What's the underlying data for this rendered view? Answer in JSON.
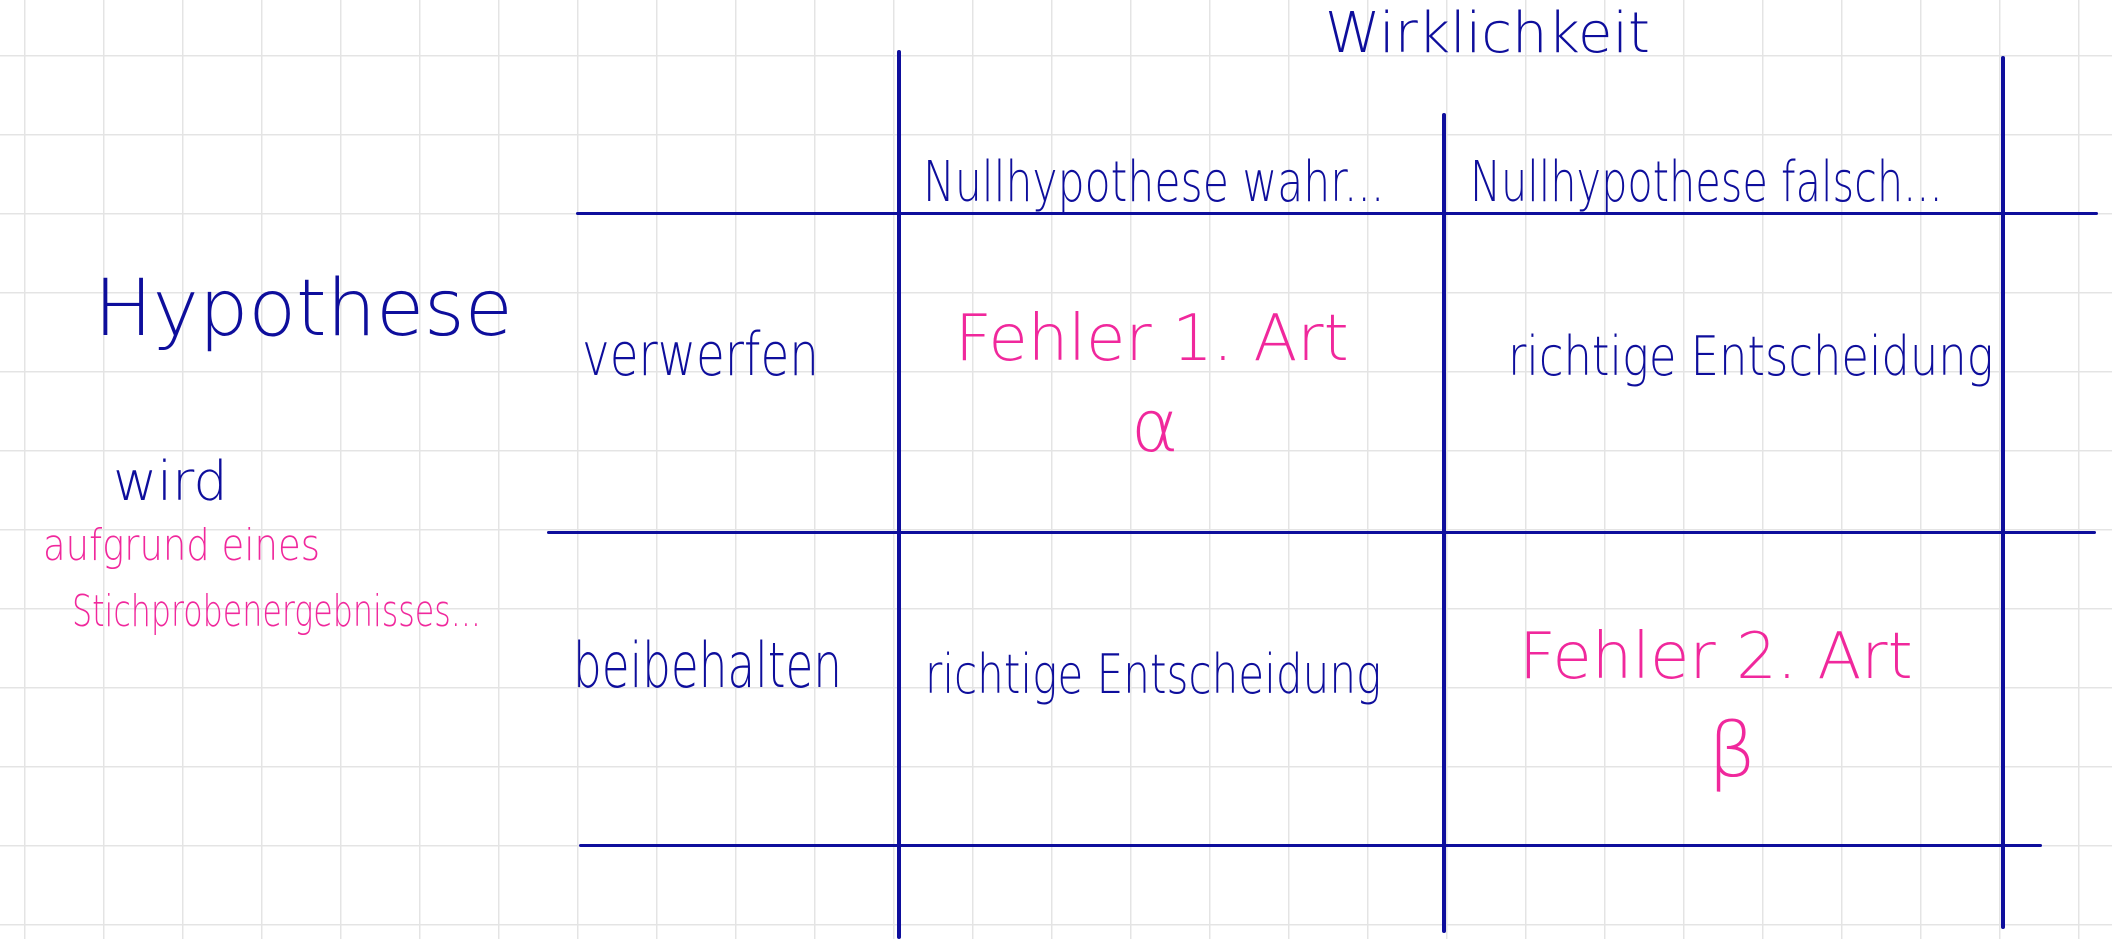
{
  "colors": {
    "ink_blue": "#0e0e9c",
    "ink_pink": "#f0289c",
    "grid": "#e4e4e4"
  },
  "header": {
    "reality_label": "Wirklichkeit"
  },
  "columns": [
    {
      "label": "Nullhypothese wahr..."
    },
    {
      "label": "Nullhypothese falsch..."
    }
  ],
  "row_heading": {
    "hypothesis": "Hypothese",
    "wird": "wird",
    "basis_line1": "aufgrund eines",
    "basis_line2": "Stichprobenergebnisses..."
  },
  "rows": [
    {
      "label": "verwerfen",
      "cells": [
        {
          "text": "Fehler 1. Art",
          "symbol": "α",
          "color": "pink"
        },
        {
          "text": "richtige Entscheidung",
          "color": "blue"
        }
      ]
    },
    {
      "label": "beibehalten",
      "cells": [
        {
          "text": "richtige Entscheidung",
          "color": "blue"
        },
        {
          "text": "Fehler 2. Art",
          "symbol": "β",
          "color": "pink"
        }
      ]
    }
  ]
}
